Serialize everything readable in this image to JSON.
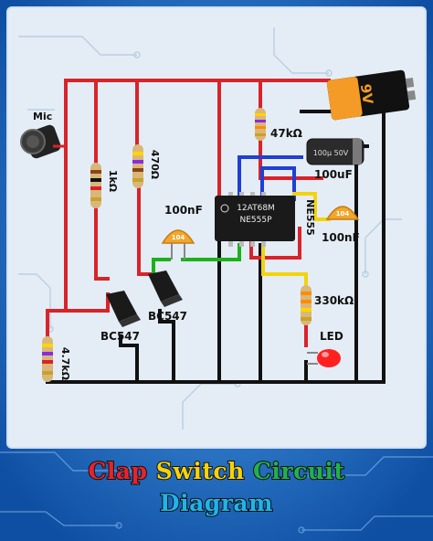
{
  "title": {
    "word1": "Clap",
    "word2": "Switch",
    "word3": "Circuit",
    "word4": "Diagram",
    "colors": {
      "word1": "#e8232a",
      "word2": "#f5d20a",
      "word3": "#22b14c",
      "word4": "#1fb5e8"
    }
  },
  "components": {
    "battery": {
      "label": "9V"
    },
    "mic": {
      "label": "Mic"
    },
    "r_1k": {
      "label": "1kΩ"
    },
    "r_470": {
      "label": "470Ω"
    },
    "r_47k": {
      "label": "47kΩ"
    },
    "r_330k": {
      "label": "330kΩ"
    },
    "r_4k7": {
      "label": "4.7kΩ"
    },
    "c_100nf_left": {
      "label": "100nF",
      "marking": "104"
    },
    "c_100nf_right": {
      "label": "100nF",
      "marking": "104"
    },
    "c_100uf": {
      "label": "100uF",
      "marking": "100μ 50V"
    },
    "ic": {
      "label": "NE555",
      "marking_line1": "12AT68M",
      "marking_line2": "NE555P"
    },
    "q1": {
      "label": "BC547"
    },
    "q2": {
      "label": "BC547"
    },
    "led": {
      "label": "LED"
    }
  },
  "wire_colors": {
    "positive": "#d8232a",
    "ground": "#111111",
    "blue": "#1f3fd6",
    "yellow": "#f2d30c",
    "green": "#1db01d"
  }
}
